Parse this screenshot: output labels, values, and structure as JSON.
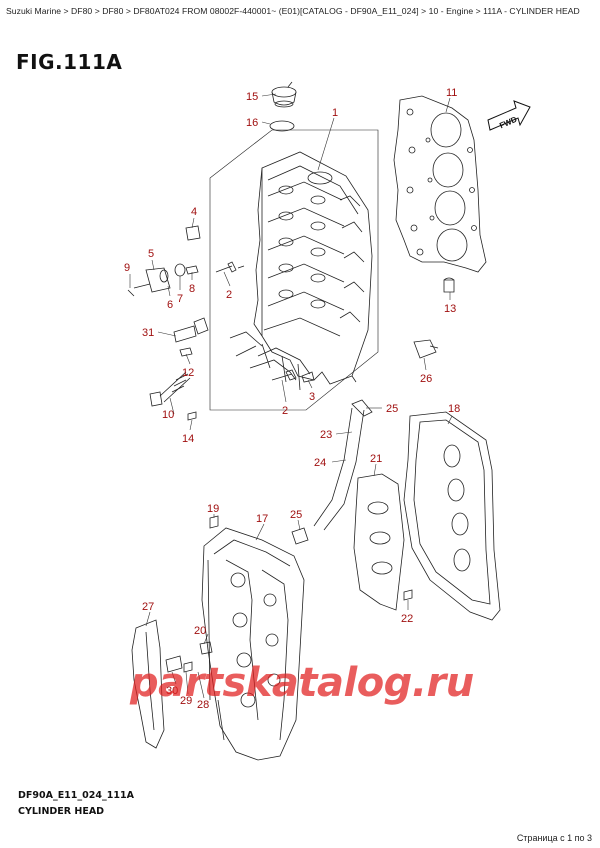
{
  "breadcrumb": "Suzuki Marine > DF80 > DF80 > DF80AT024 FROM 08002F-440001~ (E01)[CATALOG - DF90A_E11_024] > 10 - Engine > 111A - CYLINDER HEAD",
  "figure_title": "FIG.111A",
  "fwd_label": "FWD",
  "callouts": [
    {
      "id": "15",
      "text": "15"
    },
    {
      "id": "16",
      "text": "16"
    },
    {
      "id": "1",
      "text": "1"
    },
    {
      "id": "11",
      "text": "11"
    },
    {
      "id": "4",
      "text": "4"
    },
    {
      "id": "5",
      "text": "5"
    },
    {
      "id": "9",
      "text": "9"
    },
    {
      "id": "6",
      "text": "6"
    },
    {
      "id": "7",
      "text": "7"
    },
    {
      "id": "8",
      "text": "8"
    },
    {
      "id": "2a",
      "text": "2"
    },
    {
      "id": "13",
      "text": "13"
    },
    {
      "id": "31",
      "text": "31"
    },
    {
      "id": "12",
      "text": "12"
    },
    {
      "id": "26",
      "text": "26"
    },
    {
      "id": "3",
      "text": "3"
    },
    {
      "id": "2b",
      "text": "2"
    },
    {
      "id": "10",
      "text": "10"
    },
    {
      "id": "25a",
      "text": "25"
    },
    {
      "id": "18",
      "text": "18"
    },
    {
      "id": "14",
      "text": "14"
    },
    {
      "id": "23",
      "text": "23"
    },
    {
      "id": "24",
      "text": "24"
    },
    {
      "id": "21",
      "text": "21"
    },
    {
      "id": "19",
      "text": "19"
    },
    {
      "id": "17",
      "text": "17"
    },
    {
      "id": "25b",
      "text": "25"
    },
    {
      "id": "22",
      "text": "22"
    },
    {
      "id": "27",
      "text": "27"
    },
    {
      "id": "20",
      "text": "20"
    },
    {
      "id": "30",
      "text": "30"
    },
    {
      "id": "29",
      "text": "29"
    },
    {
      "id": "28",
      "text": "28"
    }
  ],
  "diagram_code": "DF90A_E11_024_111A",
  "diagram_name": "CYLINDER HEAD",
  "watermark": "partskatalog.ru",
  "page_count": "Страница с 1 по 3",
  "colors": {
    "callout": "#a01010",
    "watermark": "#e11e1e",
    "line": "#222222"
  }
}
